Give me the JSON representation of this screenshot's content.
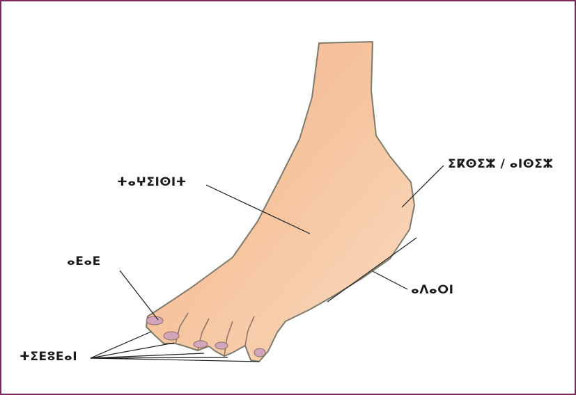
{
  "colors": {
    "frame": "#7a2a5a",
    "skin": "#f6c9a3",
    "skin_shade": "#e99a76",
    "outline": "#7d7a6c",
    "nail": "#cf9fb6",
    "leader": "#1b1b1b"
  },
  "labels": {
    "instep": "ⵜⴰⵖⵉⵏⵙⵏⵜ",
    "heel": "ⵉⴽⵙⵉⵣ / ⴰⵏⵙⵉⵣ",
    "big_toe": "ⴰⴹⴰⴹ",
    "sole": "ⴰⴷⴰⵔⵏ",
    "toes": "ⵜⵉⴹⵓⴹⴰⵏ"
  }
}
